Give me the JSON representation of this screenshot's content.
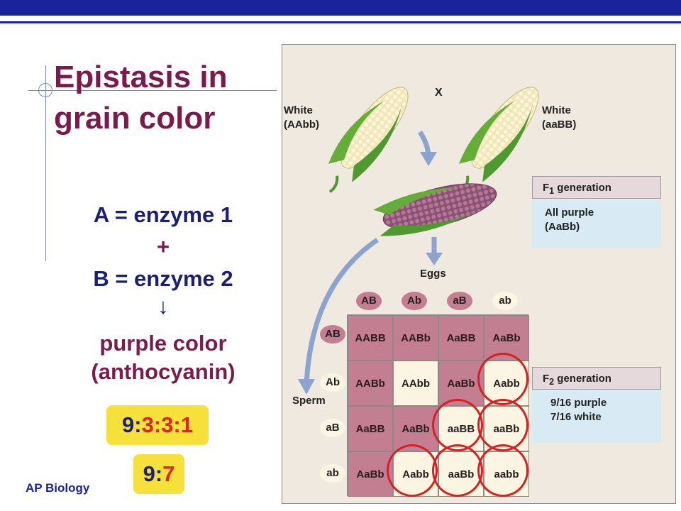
{
  "slide": {
    "title_line1": "Epistasis in",
    "title_line2": "grain color",
    "equation_line1": "A = enzyme 1",
    "plus": "+",
    "equation_line2": "B = enzyme 2",
    "arrow": "↓",
    "result_line1": "purple color",
    "result_line2": "(anthocyanin)",
    "ratio1_lead": "9:",
    "ratio1_rest": "3:3:1",
    "ratio2_lead": "9:",
    "ratio2_rest": "7",
    "footer": "AP Biology"
  },
  "figure": {
    "parent1_label": "White",
    "parent1_genotype": "(AAbb)",
    "parent2_label": "White",
    "parent2_genotype": "(aaBB)",
    "cross_symbol": "X",
    "f1_heading_prefix": "F",
    "f1_heading_sub": "1",
    "f1_heading_suffix": " generation",
    "f1_line1": "All purple",
    "f1_line2": "(AaBb)",
    "eggs_label": "Eggs",
    "sperm_label": "Sperm",
    "egg_gametes": [
      "AB",
      "Ab",
      "aB",
      "ab"
    ],
    "sperm_gametes": [
      "AB",
      "Ab",
      "aB",
      "ab"
    ],
    "grid": [
      [
        "AABB",
        "AABb",
        "AaBB",
        "AaBb"
      ],
      [
        "AABb",
        "AAbb",
        "AaBb",
        "Aabb"
      ],
      [
        "AaBB",
        "AaBb",
        "aaBB",
        "aaBb"
      ],
      [
        "AaBb",
        "Aabb",
        "aaBb",
        "aabb"
      ]
    ],
    "f2_heading_prefix": "F",
    "f2_heading_sub": "2",
    "f2_heading_suffix": " generation",
    "f2_line1": "9/16 purple",
    "f2_line2": "7/16 white"
  },
  "colors": {
    "accent_blue": "#1a2399",
    "title_maroon": "#7b1a4c",
    "highlight_yellow": "#f6e03a",
    "ratio_red": "#e0231f",
    "purple_kernel": "#c47e91",
    "white_kernel": "#fbf5e2",
    "circle_red": "#d82020"
  }
}
